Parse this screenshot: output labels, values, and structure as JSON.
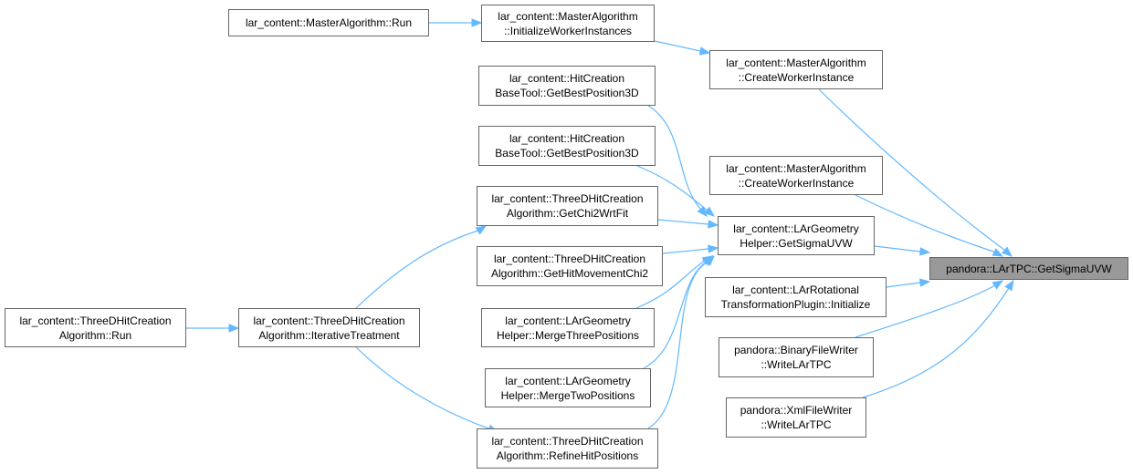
{
  "colors": {
    "edge": "#63b8ff",
    "node_border": "#666666",
    "node_fill": "#ffffff",
    "focus_fill": "#999999"
  },
  "nodes": {
    "run_master": {
      "lines": [
        "lar_content::MasterAlgorithm::Run"
      ]
    },
    "init_workers": {
      "lines": [
        "lar_content::MasterAlgorithm",
        "::InitializeWorkerInstances"
      ]
    },
    "create_worker_1": {
      "lines": [
        "lar_content::MasterAlgorithm",
        "::CreateWorkerInstance"
      ]
    },
    "create_worker_2": {
      "lines": [
        "lar_content::MasterAlgorithm",
        "::CreateWorkerInstance"
      ]
    },
    "best_pos_1": {
      "lines": [
        "lar_content::HitCreation",
        "BaseTool::GetBestPosition3D"
      ]
    },
    "best_pos_2": {
      "lines": [
        "lar_content::HitCreation",
        "BaseTool::GetBestPosition3D"
      ]
    },
    "chi2": {
      "lines": [
        "lar_content::ThreeDHitCreation",
        "Algorithm::GetChi2WrtFit"
      ]
    },
    "movement_chi2": {
      "lines": [
        "lar_content::ThreeDHitCreation",
        "Algorithm::GetHitMovementChi2"
      ]
    },
    "merge_three": {
      "lines": [
        "lar_content::LArGeometry",
        "Helper::MergeThreePositions"
      ]
    },
    "merge_two": {
      "lines": [
        "lar_content::LArGeometry",
        "Helper::MergeTwoPositions"
      ]
    },
    "refine": {
      "lines": [
        "lar_content::ThreeDHitCreation",
        "Algorithm::RefineHitPositions"
      ]
    },
    "run_3d": {
      "lines": [
        "lar_content::ThreeDHitCreation",
        "Algorithm::Run"
      ]
    },
    "iterative": {
      "lines": [
        "lar_content::ThreeDHitCreation",
        "Algorithm::IterativeTreatment"
      ]
    },
    "get_sigma_helper": {
      "lines": [
        "lar_content::LArGeometry",
        "Helper::GetSigmaUVW"
      ]
    },
    "rotational": {
      "lines": [
        "lar_content::LArRotational",
        "TransformationPlugin::Initialize"
      ]
    },
    "binary_writer": {
      "lines": [
        "pandora::BinaryFileWriter",
        "::WriteLArTPC"
      ]
    },
    "xml_writer": {
      "lines": [
        "pandora::XmlFileWriter",
        "::WriteLArTPC"
      ]
    },
    "focus": {
      "lines": [
        "pandora::LArTPC::GetSigmaUVW"
      ]
    }
  }
}
